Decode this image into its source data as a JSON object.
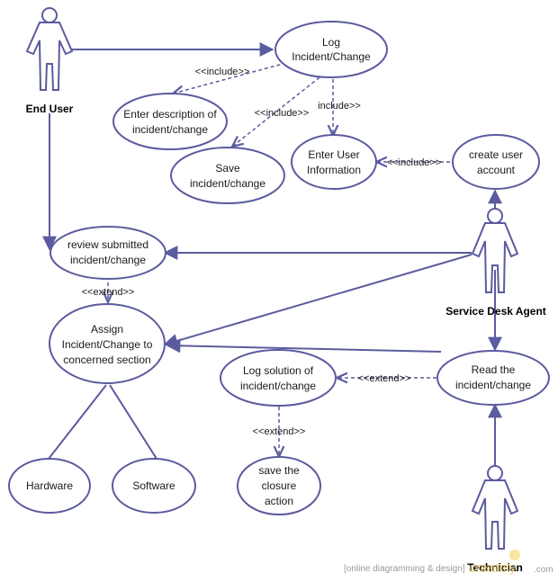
{
  "actors": {
    "end_user": "End User",
    "service_desk_agent": "Service Desk Agent",
    "technician": "Technician"
  },
  "use_cases": {
    "log": [
      "Log",
      "Incident/Change"
    ],
    "enter_desc": [
      "Enter description of",
      "incident/change"
    ],
    "save": [
      "Save",
      "incident/change"
    ],
    "enter_user": [
      "Enter User",
      "Information"
    ],
    "create_user": [
      "create user",
      "account"
    ],
    "review": [
      "review submitted",
      "incident/change"
    ],
    "assign": [
      "Assign",
      "Incident/Change to",
      "concerned section"
    ],
    "log_solution": [
      "Log solution of",
      "incident/change"
    ],
    "read": [
      "Read the",
      "incident/change"
    ],
    "save_closure": [
      "save the",
      "closure",
      "action"
    ],
    "hardware": [
      "Hardware"
    ],
    "software": [
      "Software"
    ]
  },
  "relations": {
    "include_desc": "<<include>>",
    "include_save": "<<include>>",
    "include_user": "include>>",
    "include_create": "<<include>>",
    "extend_review": "<<extend>>",
    "extend_read": "<<extend>>",
    "extend_solution": "<<extend>>"
  },
  "watermark": {
    "text": "[online diagramming & design]",
    "brand": "creately",
    "domain": ".com"
  }
}
